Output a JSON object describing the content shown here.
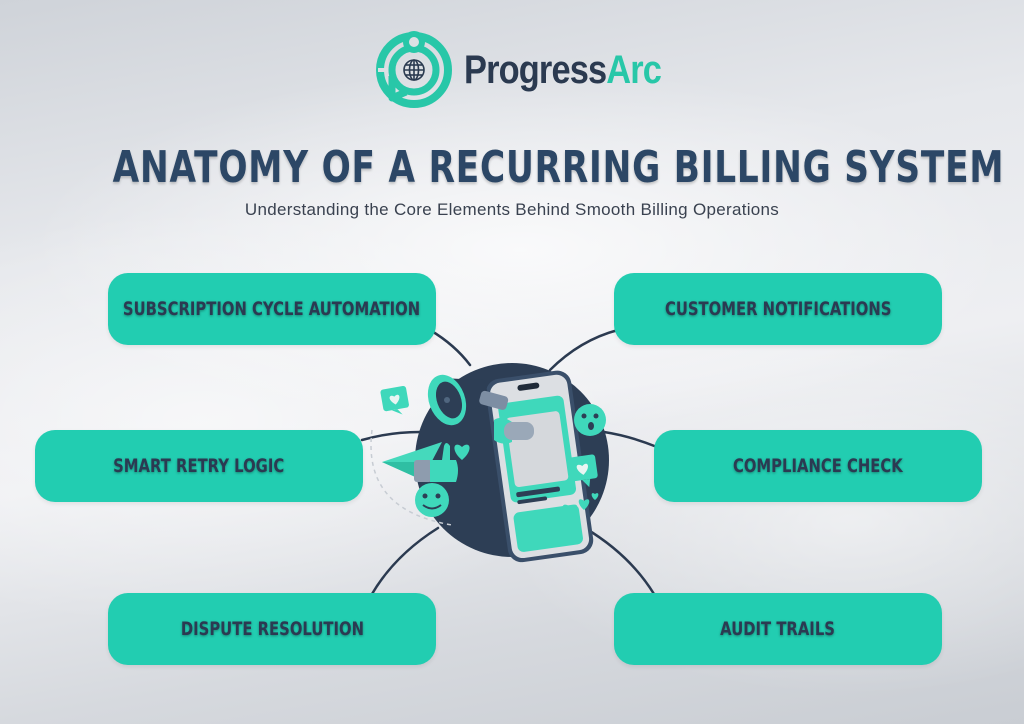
{
  "brand": {
    "name_part1": "Progress",
    "name_part2": "Arc",
    "logo_icon": "globe-ring-logo-icon"
  },
  "header": {
    "title": "ANATOMY OF A RECURRING BILLING SYSTEM",
    "subtitle": "Understanding the Core Elements Behind Smooth Billing Operations"
  },
  "center": {
    "illustration": "smartphone-megaphone-illustration",
    "icons": [
      "megaphone-icon",
      "smartphone-icon",
      "heart-chat-bubble-icon",
      "paper-plane-icon",
      "thumbs-up-icon",
      "smiley-emoji-icon",
      "surprised-emoji-icon",
      "heart-icon"
    ]
  },
  "nodes": [
    {
      "id": "subscription",
      "label": "SUBSCRIPTION CYCLE AUTOMATION",
      "position": "top-left"
    },
    {
      "id": "notifications",
      "label": "CUSTOMER NOTIFICATIONS",
      "position": "top-right"
    },
    {
      "id": "retry",
      "label": "SMART RETRY LOGIC",
      "position": "middle-left"
    },
    {
      "id": "compliance",
      "label": "COMPLIANCE CHECK",
      "position": "middle-right"
    },
    {
      "id": "dispute",
      "label": "DISPUTE RESOLUTION",
      "position": "bottom-left"
    },
    {
      "id": "audit",
      "label": "AUDIT TRAILS",
      "position": "bottom-right"
    }
  ],
  "colors": {
    "accent": "#22cdb1",
    "brand_teal": "#28c7a8",
    "navy": "#2c4766",
    "dark_text": "#2b3a52",
    "hub": "#2d3e55",
    "connector": "#2b3a50"
  }
}
